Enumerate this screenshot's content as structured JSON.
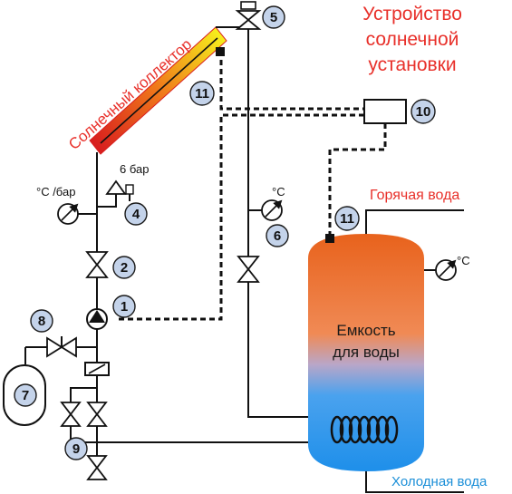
{
  "title": {
    "line1": "Устройство",
    "line2": "солнечной",
    "line3": "установки"
  },
  "collector_label": "Солнечный коллектор",
  "tank_label": {
    "line1": "Емкость",
    "line2": "для воды"
  },
  "hot_water_label": "Горячая вода",
  "cold_water_label": "Холодная вода",
  "pressure_relief_label": "6 бар",
  "gauge_temp_pressure_label": "°C /бар",
  "gauge_temp_label_pipe": "°C",
  "gauge_temp_label_tank": "°C",
  "badges": [
    "1",
    "2",
    "4",
    "5",
    "6",
    "7",
    "8",
    "9",
    "10",
    "11",
    "11"
  ],
  "colors": {
    "title": "#e8302a",
    "collector_text": "#e8302a",
    "hot_water": "#e8302a",
    "cold_water": "#1b8fd8",
    "tank_top": "#e8621c",
    "tank_bottom": "#1e8fea",
    "badge_fill": "#c4d3ea"
  }
}
